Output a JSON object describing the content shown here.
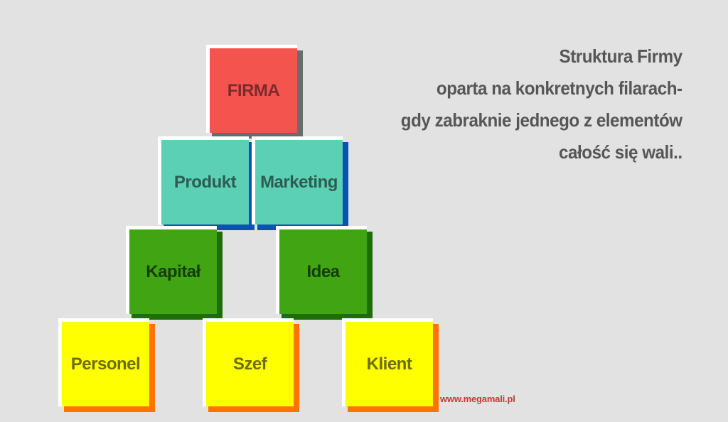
{
  "background_color": "#e2e2e2",
  "title_panel": {
    "color": "#565656",
    "lines": [
      "Struktura Firmy",
      "oparta na konkretnych filarach-",
      "gdy zabraknie jednego z elementów",
      "całość się wali.."
    ]
  },
  "watermark": {
    "text": "www.megamali.pl",
    "color": "#c33a36"
  },
  "pyramid": {
    "rows": 4,
    "structure": "FIRMA > (Produkt, Marketing) > (Kapitał, Idea) > (Personel, Szef, Klient)"
  },
  "blocks": [
    {
      "label": "FIRMA",
      "row": 1,
      "fill": "#f4544e",
      "shadow": "#6b6b6b",
      "text_color": "#7b2a2e"
    },
    {
      "label": "Produkt",
      "row": 2,
      "fill": "#5bd0b5",
      "shadow": "#0d52b0",
      "text_color": "#2e5c52"
    },
    {
      "label": "Marketing",
      "row": 2,
      "fill": "#5bd0b5",
      "shadow": "#0d52b0",
      "text_color": "#2e5c52"
    },
    {
      "label": "Kapitał",
      "row": 3,
      "fill": "#41a413",
      "shadow": "#1d6e06",
      "text_color": "#143e08"
    },
    {
      "label": "Idea",
      "row": 3,
      "fill": "#41a413",
      "shadow": "#1d6e06",
      "text_color": "#143e08"
    },
    {
      "label": "Personel",
      "row": 4,
      "fill": "#ffff00",
      "shadow": "#ff7300",
      "text_color": "#6d6d00"
    },
    {
      "label": "Szef",
      "row": 4,
      "fill": "#ffff00",
      "shadow": "#ff7300",
      "text_color": "#6d6d00"
    },
    {
      "label": "Klient",
      "row": 4,
      "fill": "#ffff00",
      "shadow": "#ff7300",
      "text_color": "#6d6d00"
    }
  ]
}
